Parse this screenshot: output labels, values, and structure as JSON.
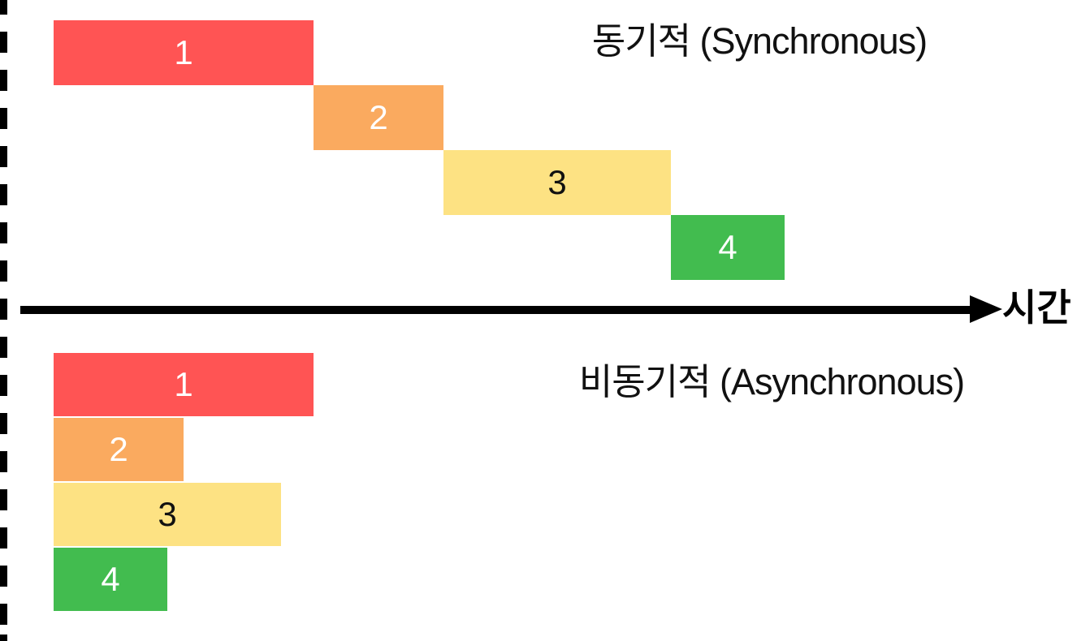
{
  "diagram": {
    "axis_label": "시간",
    "sections": [
      {
        "id": "sync",
        "title": "동기적 (Synchronous)",
        "tasks": [
          {
            "label": "1",
            "start": 0,
            "duration": 8,
            "color": "#FF5454",
            "label_color": "#FFFFFF"
          },
          {
            "label": "2",
            "start": 8,
            "duration": 4,
            "color": "#FAAA5F",
            "label_color": "#FFFFFF"
          },
          {
            "label": "3",
            "start": 12,
            "duration": 7,
            "color": "#FDE283",
            "label_color": "#111111"
          },
          {
            "label": "4",
            "start": 19,
            "duration": 3.5,
            "color": "#42BC4F",
            "label_color": "#FFFFFF"
          }
        ]
      },
      {
        "id": "async",
        "title": "비동기적 (Asynchronous)",
        "tasks": [
          {
            "label": "1",
            "start": 0,
            "duration": 8,
            "color": "#FF5454",
            "label_color": "#FFFFFF"
          },
          {
            "label": "2",
            "start": 0,
            "duration": 4,
            "color": "#FAAA5F",
            "label_color": "#FFFFFF"
          },
          {
            "label": "3",
            "start": 0,
            "duration": 7,
            "color": "#FDE283",
            "label_color": "#111111"
          },
          {
            "label": "4",
            "start": 0,
            "duration": 3.5,
            "color": "#42BC4F",
            "label_color": "#FFFFFF"
          }
        ]
      }
    ]
  },
  "chart_data": [
    {
      "type": "bar",
      "subtype": "gantt",
      "title": "동기적 (Synchronous)",
      "categories": [
        "1",
        "2",
        "3",
        "4"
      ],
      "start": [
        0,
        8,
        12,
        19
      ],
      "duration": [
        8,
        4,
        7,
        3.5
      ],
      "xlabel": "시간",
      "xlim": [
        0,
        29
      ],
      "grid": false,
      "colors": [
        "#FF5454",
        "#FAAA5F",
        "#FDE283",
        "#42BC4F"
      ]
    },
    {
      "type": "bar",
      "subtype": "gantt",
      "title": "비동기적 (Asynchronous)",
      "categories": [
        "1",
        "2",
        "3",
        "4"
      ],
      "start": [
        0,
        0,
        0,
        0
      ],
      "duration": [
        8,
        4,
        7,
        3.5
      ],
      "xlabel": "시간",
      "xlim": [
        0,
        29
      ],
      "grid": false,
      "colors": [
        "#FF5454",
        "#FAAA5F",
        "#FDE283",
        "#42BC4F"
      ]
    }
  ]
}
